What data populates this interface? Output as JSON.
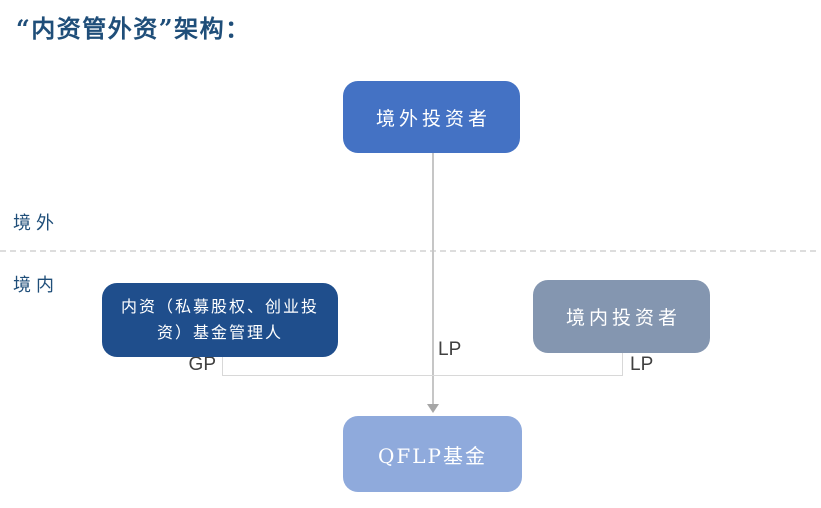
{
  "title": "“内资管外资”架构：",
  "regions": {
    "overseas": "境外",
    "domestic": "境内"
  },
  "nodes": {
    "overseas_investor": {
      "label": "境外投资者",
      "color": "#4472C4"
    },
    "fund_manager": {
      "label": "内资（私募股权、创业投资）基金管理人",
      "color": "#1F4E8C"
    },
    "domestic_investor": {
      "label": "境内投资者",
      "color": "#8496B0"
    },
    "qflp_fund": {
      "label": "QFLP基金",
      "color": "#8FAADC"
    }
  },
  "edges": [
    {
      "from": "overseas_investor",
      "to": "qflp_fund",
      "label": "LP",
      "arrow": true
    },
    {
      "from": "fund_manager",
      "to": "qflp_fund",
      "label": "GP",
      "arrow": false
    },
    {
      "from": "domestic_investor",
      "to": "qflp_fund",
      "label": "LP",
      "arrow": false
    }
  ],
  "colors": {
    "title_text": "#1F4E79",
    "region_text": "#1F4E79",
    "edge_label_text": "#404040",
    "connector": "#C6C6C6",
    "connector_thin": "#D8D8D8",
    "arrowhead": "#A6A6A6",
    "dashed_divider": "#DDDDDD",
    "background": "#FFFFFF"
  }
}
